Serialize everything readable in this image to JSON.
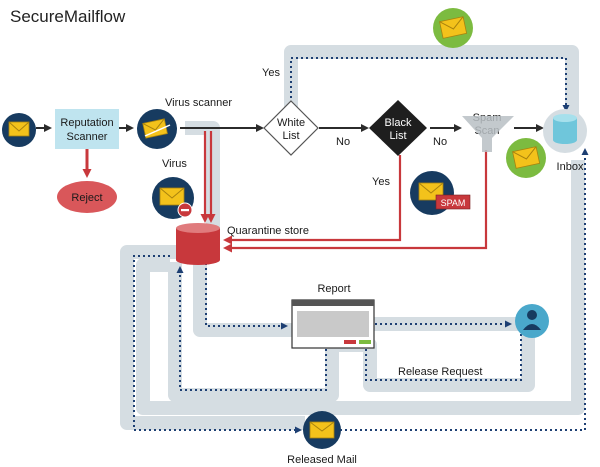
{
  "title": "SecureMailflow",
  "nodes": {
    "reputation_scanner": {
      "line1": "Reputation",
      "line2": "Scanner"
    },
    "reject": {
      "label": "Reject"
    },
    "virus_scanner": {
      "label": "Virus scanner"
    },
    "virus": {
      "label": "Virus"
    },
    "white_list": {
      "line1": "White",
      "line2": "List"
    },
    "black_list": {
      "line1": "Black",
      "line2": "List"
    },
    "spam_scan": {
      "line1": "Spam",
      "line2": "Scan"
    },
    "spam_badge": {
      "label": "SPAM"
    },
    "inbox": {
      "label": "Inbox"
    },
    "quarantine": {
      "label": "Quarantine store"
    },
    "report": {
      "label": "Report"
    },
    "release_request": {
      "label": "Release Request"
    },
    "released_mail": {
      "label": "Released Mail"
    }
  },
  "edges": {
    "white_yes": "Yes",
    "white_no": "No",
    "black_yes": "Yes",
    "black_no": "No"
  },
  "icons": {
    "mail": "envelope-icon",
    "user": "user-icon",
    "virus_badge": "no-entry-icon",
    "database": "database-icon"
  },
  "colors": {
    "navy": "#173b60",
    "envelope": "#f3c21b",
    "reputation_box": "#bfe4ef",
    "reject_red": "#d9575a",
    "quarantine_red": "#c8383c",
    "flow_line": "#2b2b2b",
    "track": "#d5dde2",
    "dotted": "#1d3f73",
    "green_circle": "#7cbb40",
    "inbox_cylinder": "#6fc6db",
    "user_circle": "#4aa8cb"
  }
}
